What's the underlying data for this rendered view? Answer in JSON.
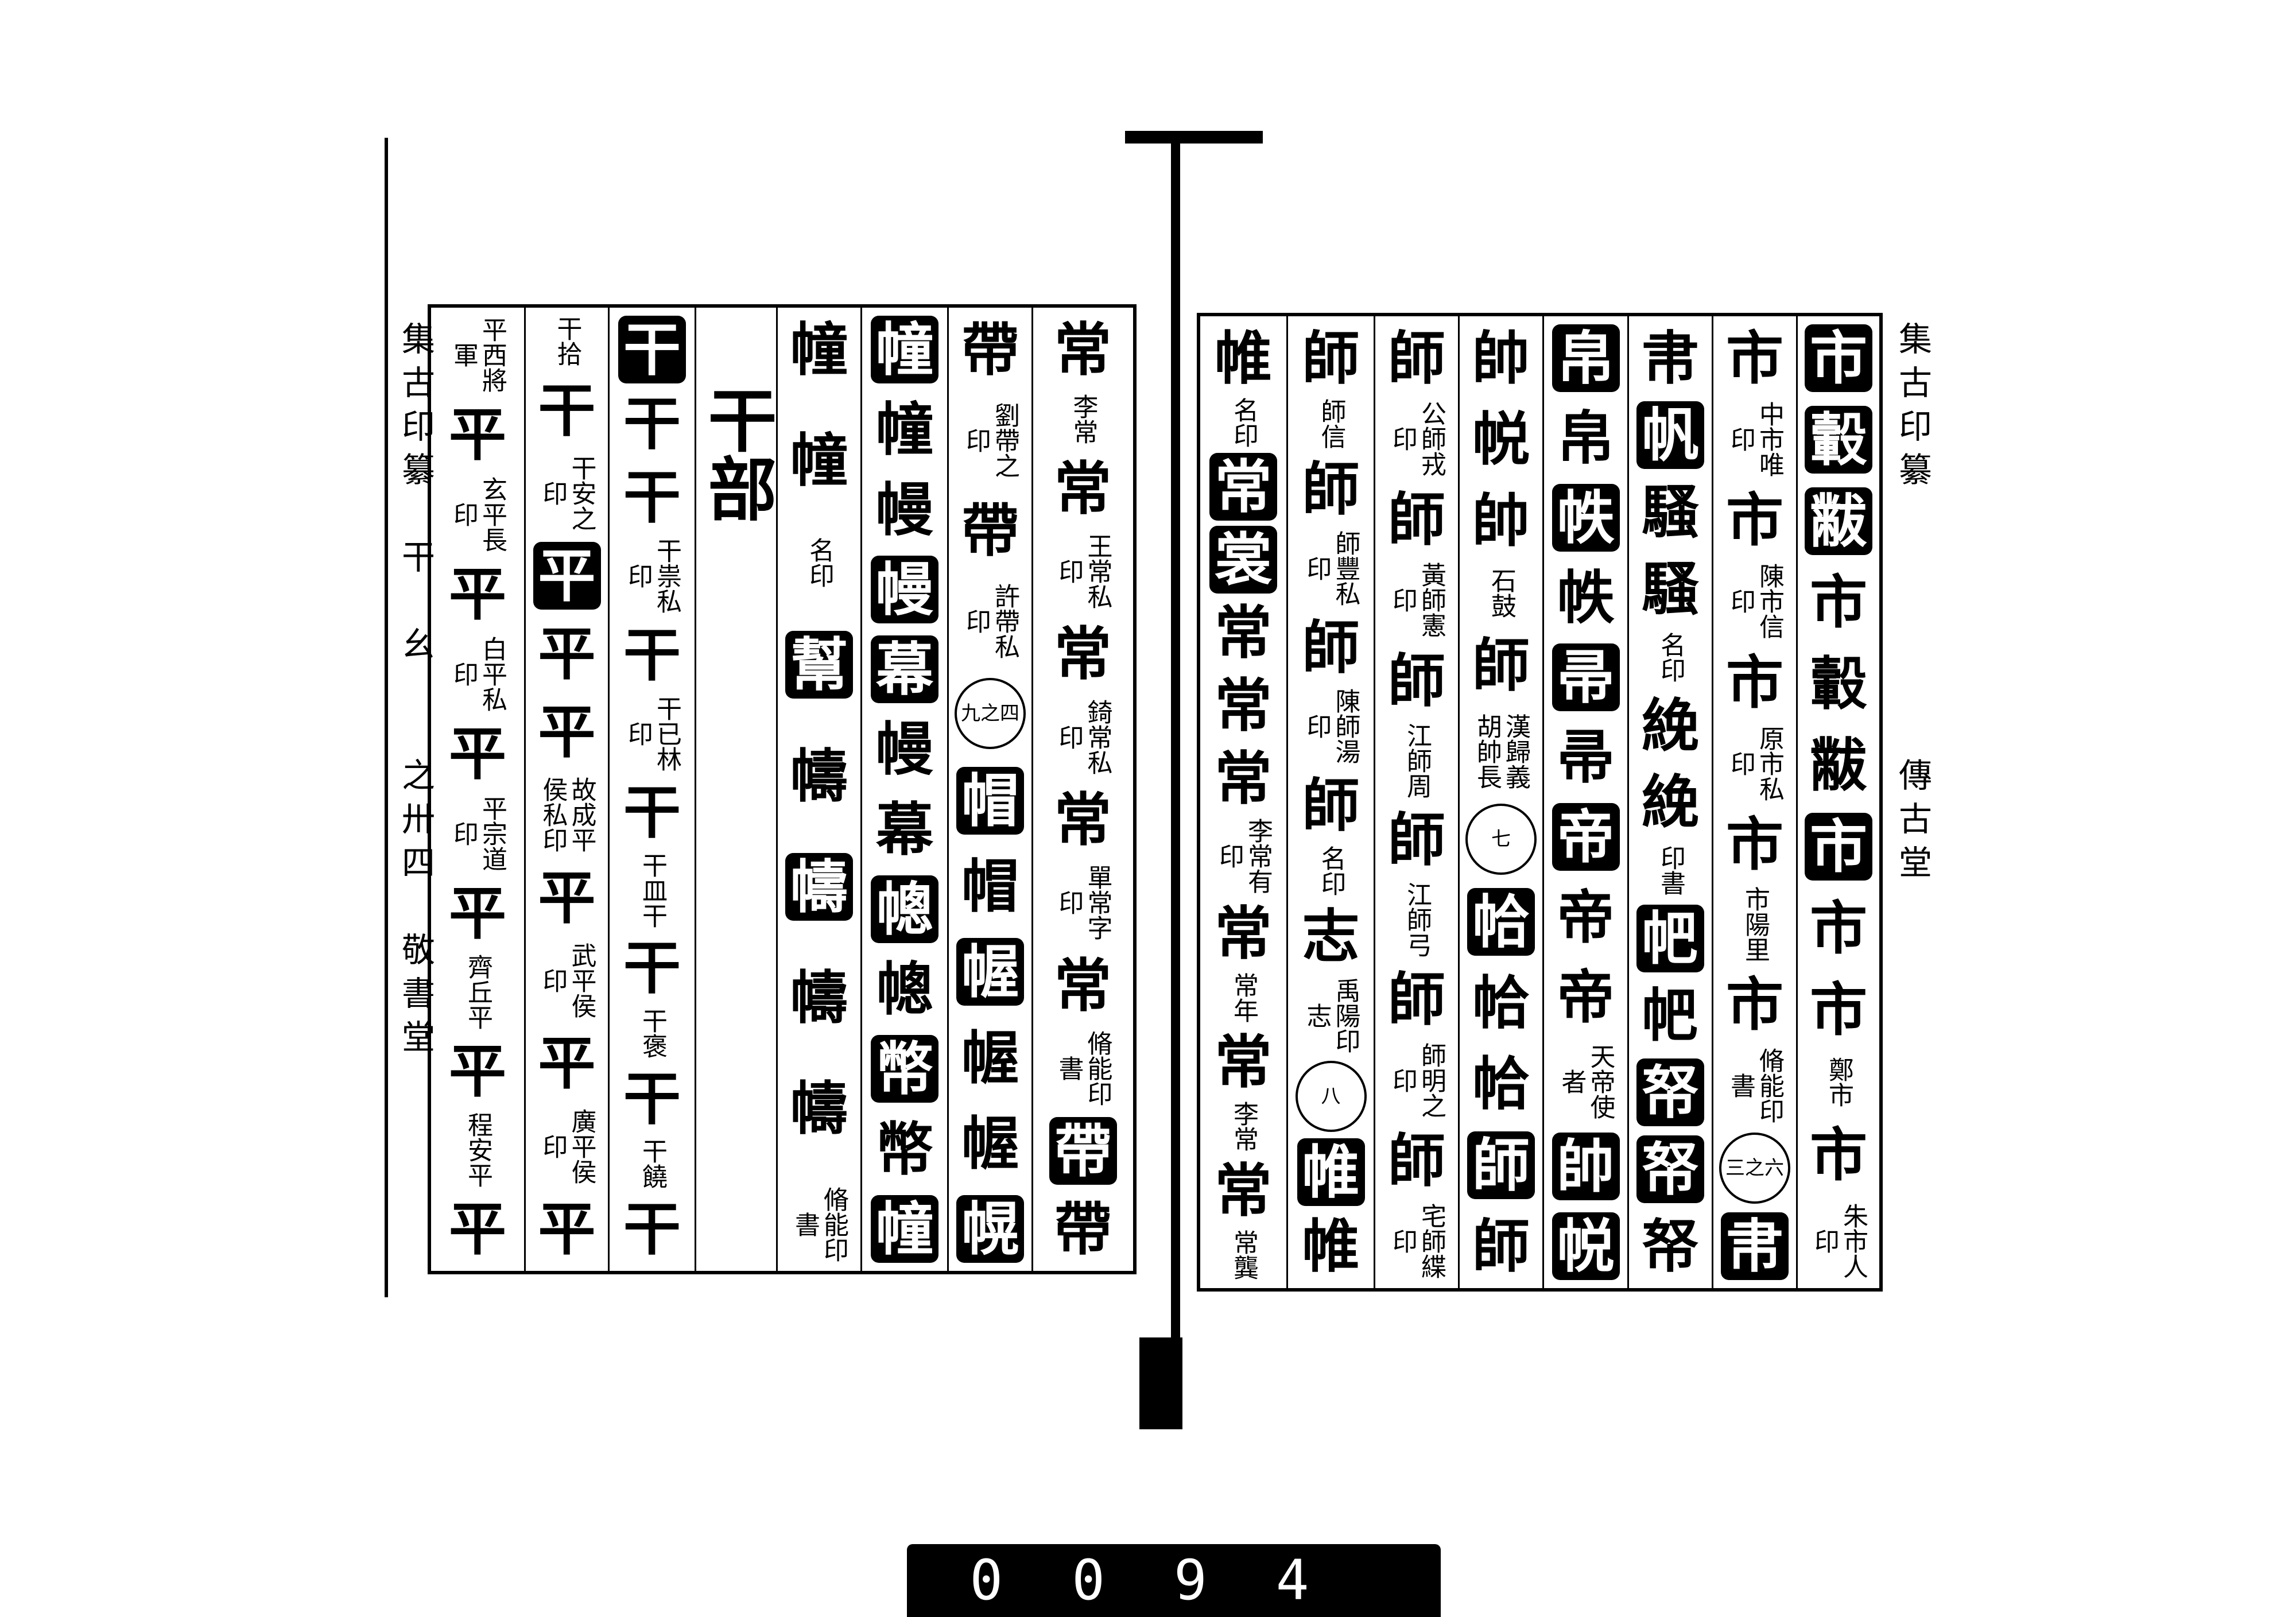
{
  "left_page": {
    "margin_text": "集古印纂　干　幺　　之卅四　敬書堂",
    "columns": [
      [
        [
          "p",
          "常"
        ],
        [
          "n",
          "李常"
        ],
        [
          "p",
          "常"
        ],
        [
          "n",
          "王常私印"
        ],
        [
          "p",
          "常"
        ],
        [
          "n",
          "錡常私印"
        ],
        [
          "p",
          "常"
        ],
        [
          "n",
          "單常字印"
        ],
        [
          "p",
          "常"
        ],
        [
          "n",
          "脩能印書"
        ],
        [
          "s",
          "帶"
        ],
        [
          "p",
          "帶"
        ]
      ],
      [
        [
          "p",
          "帶"
        ],
        [
          "n",
          "劉帶之印"
        ],
        [
          "p",
          "帶"
        ],
        [
          "n",
          "許帶私印"
        ],
        [
          "c",
          "九之四"
        ],
        [
          "s",
          "帽"
        ],
        [
          "p",
          "帽"
        ],
        [
          "s",
          "幄"
        ],
        [
          "p",
          "幄"
        ],
        [
          "p",
          "幄"
        ],
        [
          "s",
          "幌"
        ]
      ],
      [
        [
          "s",
          "幢"
        ],
        [
          "p",
          "幢"
        ],
        [
          "p",
          "幔"
        ],
        [
          "s",
          "幔"
        ],
        [
          "s",
          "幕"
        ],
        [
          "p",
          "幔"
        ],
        [
          "p",
          "幕"
        ],
        [
          "s",
          "幒"
        ],
        [
          "p",
          "幒"
        ],
        [
          "s",
          "幣"
        ],
        [
          "p",
          "幣"
        ],
        [
          "s",
          "幢"
        ]
      ],
      [
        [
          "p",
          "幢"
        ],
        [
          "p",
          "幢"
        ],
        [
          "n",
          "名印"
        ],
        [
          "s",
          "幫"
        ],
        [
          "p",
          "幬"
        ],
        [
          "s",
          "幬"
        ],
        [
          "p",
          "幬"
        ],
        [
          "p",
          "幬"
        ],
        [
          "n",
          "脩能印書"
        ]
      ],
      [
        [
          "h",
          "干部"
        ]
      ],
      [
        [
          "s",
          "干"
        ],
        [
          "p",
          "干"
        ],
        [
          "p",
          "干"
        ],
        [
          "n",
          "干祟私印"
        ],
        [
          "p",
          "干"
        ],
        [
          "n",
          "干已林印"
        ],
        [
          "p",
          "干"
        ],
        [
          "n",
          "干皿干"
        ],
        [
          "p",
          "干"
        ],
        [
          "n",
          "干褒"
        ],
        [
          "p",
          "干"
        ],
        [
          "n",
          "干饒"
        ],
        [
          "p",
          "干"
        ]
      ],
      [
        [
          "n",
          "干拾"
        ],
        [
          "p",
          "干"
        ],
        [
          "n",
          "干安之印"
        ],
        [
          "s",
          "平"
        ],
        [
          "p",
          "平"
        ],
        [
          "p",
          "平"
        ],
        [
          "n",
          "故成平侯私印"
        ],
        [
          "p",
          "平"
        ],
        [
          "n",
          "武平侯印"
        ],
        [
          "p",
          "平"
        ],
        [
          "n",
          "廣平侯印"
        ],
        [
          "p",
          "平"
        ]
      ],
      [
        [
          "n",
          "平西將軍"
        ],
        [
          "p",
          "平"
        ],
        [
          "n",
          "玄平長印"
        ],
        [
          "p",
          "平"
        ],
        [
          "n",
          "白平私印"
        ],
        [
          "p",
          "平"
        ],
        [
          "n",
          "平宗道印"
        ],
        [
          "p",
          "平"
        ],
        [
          "n",
          "齊丘平"
        ],
        [
          "p",
          "平"
        ],
        [
          "n",
          "程安平"
        ],
        [
          "p",
          "平"
        ]
      ]
    ]
  },
  "right_page": {
    "margin_text": "集古印纂　　　　　　傳古堂",
    "columns": [
      [
        [
          "s",
          "市"
        ],
        [
          "s",
          "轂"
        ],
        [
          "s",
          "黻"
        ],
        [
          "p",
          "市"
        ],
        [
          "p",
          "轂"
        ],
        [
          "p",
          "黻"
        ],
        [
          "s",
          "市"
        ],
        [
          "p",
          "市"
        ],
        [
          "p",
          "市"
        ],
        [
          "n",
          "鄭市"
        ],
        [
          "p",
          "市"
        ],
        [
          "n",
          "朱市人印"
        ]
      ],
      [
        [
          "p",
          "市"
        ],
        [
          "n",
          "中市唯印"
        ],
        [
          "p",
          "市"
        ],
        [
          "n",
          "陳市信印"
        ],
        [
          "p",
          "市"
        ],
        [
          "n",
          "原市私印"
        ],
        [
          "p",
          "市"
        ],
        [
          "n",
          "市陽里"
        ],
        [
          "p",
          "市"
        ],
        [
          "n",
          "脩能印書"
        ],
        [
          "c",
          "三之六"
        ],
        [
          "s",
          "帇"
        ]
      ],
      [
        [
          "p",
          "帇"
        ],
        [
          "s",
          "帆"
        ],
        [
          "p",
          "騷"
        ],
        [
          "p",
          "騷"
        ],
        [
          "n",
          "名印"
        ],
        [
          "p",
          "絻"
        ],
        [
          "p",
          "絻"
        ],
        [
          "n",
          "印書"
        ],
        [
          "s",
          "帊"
        ],
        [
          "p",
          "帊"
        ],
        [
          "s",
          "帑"
        ],
        [
          "s",
          "帑"
        ],
        [
          "p",
          "帑"
        ]
      ],
      [
        [
          "s",
          "帛"
        ],
        [
          "p",
          "帛"
        ],
        [
          "s",
          "帙"
        ],
        [
          "p",
          "帙"
        ],
        [
          "s",
          "帚"
        ],
        [
          "p",
          "帚"
        ],
        [
          "s",
          "帝"
        ],
        [
          "p",
          "帝"
        ],
        [
          "p",
          "帝"
        ],
        [
          "n",
          "天帝使者"
        ],
        [
          "s",
          "帥"
        ],
        [
          "s",
          "帨"
        ]
      ],
      [
        [
          "p",
          "帥"
        ],
        [
          "p",
          "帨"
        ],
        [
          "p",
          "帥"
        ],
        [
          "n",
          "石鼓"
        ],
        [
          "p",
          "師"
        ],
        [
          "n",
          "漢歸義胡帥長"
        ],
        [
          "c",
          "七"
        ],
        [
          "s",
          "帢"
        ],
        [
          "p",
          "帢"
        ],
        [
          "p",
          "帢"
        ],
        [
          "s",
          "師"
        ],
        [
          "p",
          "師"
        ]
      ],
      [
        [
          "p",
          "師"
        ],
        [
          "n",
          "公師戎印"
        ],
        [
          "p",
          "師"
        ],
        [
          "n",
          "黃師憲印"
        ],
        [
          "p",
          "師"
        ],
        [
          "n",
          "江師周"
        ],
        [
          "p",
          "師"
        ],
        [
          "n",
          "江師弓"
        ],
        [
          "p",
          "師"
        ],
        [
          "n",
          "師明之印"
        ],
        [
          "p",
          "師"
        ],
        [
          "n",
          "宅師緤印"
        ]
      ],
      [
        [
          "p",
          "師"
        ],
        [
          "n",
          "師信"
        ],
        [
          "p",
          "師"
        ],
        [
          "n",
          "師豐私印"
        ],
        [
          "p",
          "師"
        ],
        [
          "n",
          "陳師湯印"
        ],
        [
          "p",
          "師"
        ],
        [
          "n",
          "名印"
        ],
        [
          "p",
          "志"
        ],
        [
          "n",
          "禹陽印志"
        ],
        [
          "c",
          "八"
        ],
        [
          "s",
          "帷"
        ],
        [
          "p",
          "帷"
        ]
      ],
      [
        [
          "p",
          "帷"
        ],
        [
          "n",
          "名印"
        ],
        [
          "s",
          "常"
        ],
        [
          "s",
          "裳"
        ],
        [
          "p",
          "常"
        ],
        [
          "p",
          "常"
        ],
        [
          "p",
          "常"
        ],
        [
          "n",
          "李常有印"
        ],
        [
          "p",
          "常"
        ],
        [
          "n",
          "常年"
        ],
        [
          "p",
          "常"
        ],
        [
          "n",
          "李常"
        ],
        [
          "p",
          "常"
        ],
        [
          "n",
          "常龔"
        ]
      ]
    ]
  },
  "page_number_label": "0094"
}
